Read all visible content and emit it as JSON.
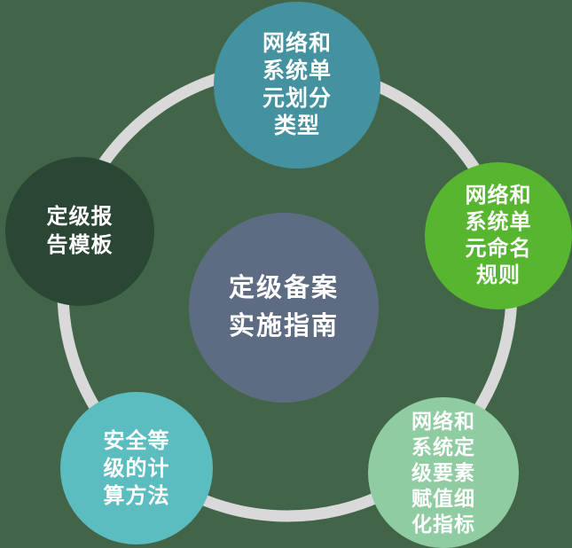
{
  "diagram": {
    "title": "定级备案实施指南",
    "background_color": "#426549",
    "ring": {
      "color": "#D9D9D9"
    },
    "center_node": {
      "label": "定级备案实施指南",
      "lines": [
        "定级备案",
        "实施指南"
      ],
      "color": "#5E6C83",
      "text_color": "#FFFFFF"
    },
    "nodes": [
      {
        "id": "unit-division-type",
        "label": "网络和系统单元划分类型",
        "lines": [
          "网络和",
          "系统单",
          "元划分",
          "类型"
        ],
        "color": "#44929F",
        "text_color": "#FFFFFF"
      },
      {
        "id": "unit-naming-rules",
        "label": "网络和系统单元命名规则",
        "lines": [
          "网络和",
          "系统单",
          "元命名",
          "规则"
        ],
        "color": "#57B52F",
        "text_color": "#FFFFFF"
      },
      {
        "id": "grading-factor-indicators",
        "label": "网络和系统定级要素赋值细化指标",
        "lines": [
          "网络和",
          "系统定",
          "级要素",
          "赋值细",
          "化指标"
        ],
        "color": "#90CCA1",
        "text_color": "#FFFFFF"
      },
      {
        "id": "security-level-calculation",
        "label": "安全等级的计算方法",
        "lines": [
          "安全等",
          "级的计",
          "算方法"
        ],
        "color": "#5CBDC0",
        "text_color": "#FFFFFF"
      },
      {
        "id": "grading-report-template",
        "label": "定级报告模板",
        "lines": [
          "定级报",
          "告模板"
        ],
        "color": "#2A4634",
        "text_color": "#FFFFFF"
      }
    ]
  }
}
